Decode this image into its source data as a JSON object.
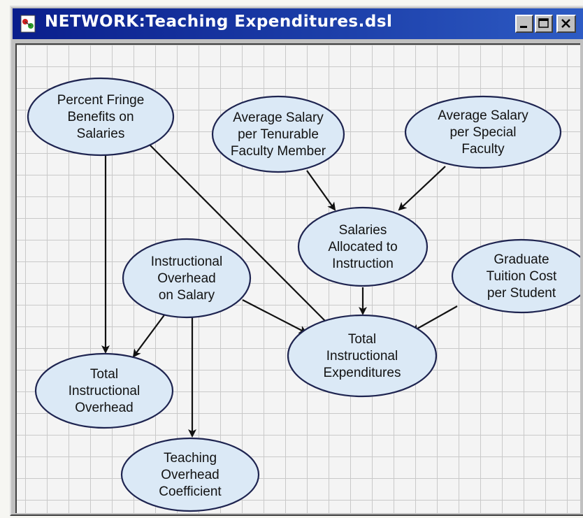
{
  "window": {
    "title": "NETWORK:Teaching Expenditures.dsl",
    "controls": [
      "minimize",
      "maximize",
      "close"
    ]
  },
  "colors": {
    "titlebar": "#0a1e8c",
    "node_fill": "#dbe9f6",
    "node_border": "#1e2450",
    "grid": "#c9c9c9"
  },
  "nodes": [
    {
      "id": "fringe",
      "lines": [
        "Percent Fringe",
        "Benefits on",
        "Salaries"
      ]
    },
    {
      "id": "tenurable",
      "lines": [
        "Average Salary",
        "per Tenurable",
        "Faculty Member"
      ]
    },
    {
      "id": "special",
      "lines": [
        "Average Salary",
        "per Special",
        "Faculty"
      ]
    },
    {
      "id": "salaries",
      "lines": [
        "Salaries",
        "Allocated to",
        "Instruction"
      ]
    },
    {
      "id": "overhead_salary",
      "lines": [
        "Instructional",
        "Overhead",
        "on Salary"
      ]
    },
    {
      "id": "tuition",
      "lines": [
        "Graduate",
        "Tuition Cost",
        "per Student"
      ]
    },
    {
      "id": "total_exp",
      "lines": [
        "Total",
        "Instructional",
        "Expenditures"
      ]
    },
    {
      "id": "total_overhead",
      "lines": [
        "Total",
        "Instructional",
        "Overhead"
      ]
    },
    {
      "id": "teaching_coef",
      "lines": [
        "Teaching",
        "Overhead",
        "Coefficient"
      ]
    }
  ],
  "edges": [
    {
      "from": "fringe",
      "to": "total_overhead"
    },
    {
      "from": "fringe",
      "to": "total_exp"
    },
    {
      "from": "tenurable",
      "to": "salaries"
    },
    {
      "from": "special",
      "to": "salaries"
    },
    {
      "from": "salaries",
      "to": "total_exp"
    },
    {
      "from": "overhead_salary",
      "to": "total_exp"
    },
    {
      "from": "overhead_salary",
      "to": "total_overhead"
    },
    {
      "from": "overhead_salary",
      "to": "teaching_coef"
    },
    {
      "from": "tuition",
      "to": "total_exp"
    }
  ]
}
